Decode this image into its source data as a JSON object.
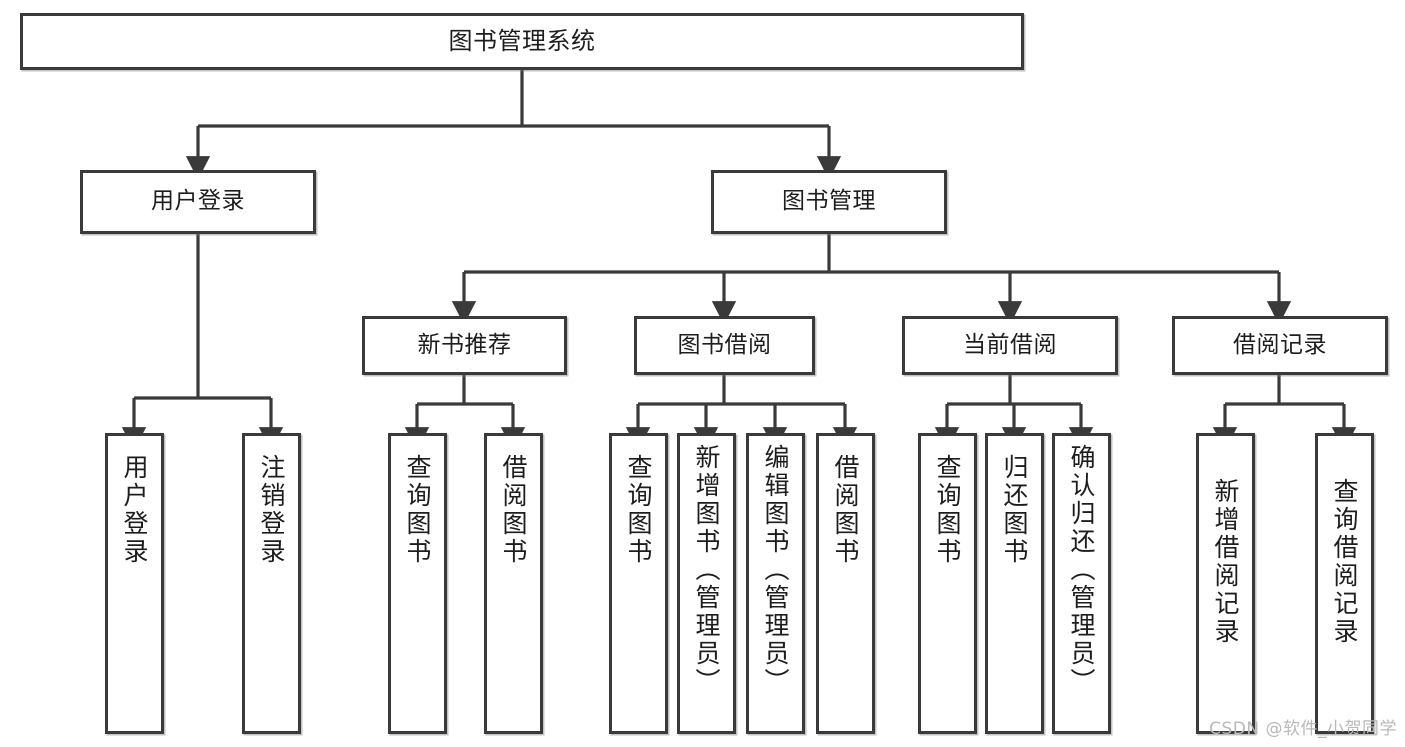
{
  "diagram": {
    "title": "图书管理系统",
    "type": "tree-hierarchy",
    "watermark": "CSDN @软件_小贺同学",
    "accent_color": "#3a3a3a",
    "background_color": "#ffffff",
    "root": {
      "id": "root",
      "label": "图书管理系统"
    },
    "level2": [
      {
        "id": "user-login",
        "label": "用户登录"
      },
      {
        "id": "book-manage",
        "label": "图书管理"
      }
    ],
    "level3": [
      {
        "id": "new-book-recommend",
        "label": "新书推荐"
      },
      {
        "id": "book-borrow",
        "label": "图书借阅"
      },
      {
        "id": "current-borrow",
        "label": "当前借阅"
      },
      {
        "id": "borrow-record",
        "label": "借阅记录"
      }
    ],
    "leaves": [
      {
        "id": "leaf-user-login",
        "label": "用户登录",
        "parent": "user-login"
      },
      {
        "id": "leaf-user-logout",
        "label": "注销登录",
        "parent": "user-login"
      },
      {
        "id": "leaf-query-book-1",
        "label": "查询图书",
        "parent": "new-book-recommend"
      },
      {
        "id": "leaf-borrow-book-1",
        "label": "借阅图书",
        "parent": "new-book-recommend"
      },
      {
        "id": "leaf-query-book-2",
        "label": "查询图书",
        "parent": "book-borrow"
      },
      {
        "id": "leaf-add-book",
        "label": "新增图书（管理员）",
        "parent": "book-borrow"
      },
      {
        "id": "leaf-edit-book",
        "label": "编辑图书（管理员）",
        "parent": "book-borrow"
      },
      {
        "id": "leaf-borrow-book-2",
        "label": "借阅图书",
        "parent": "book-borrow"
      },
      {
        "id": "leaf-query-book-3",
        "label": "查询图书",
        "parent": "current-borrow"
      },
      {
        "id": "leaf-return-book",
        "label": "归还图书",
        "parent": "current-borrow"
      },
      {
        "id": "leaf-confirm-return",
        "label": "确认归还（管理员）",
        "parent": "current-borrow"
      },
      {
        "id": "leaf-add-record",
        "label": "新增借阅记录",
        "parent": "borrow-record"
      },
      {
        "id": "leaf-query-record",
        "label": "查询借阅记录",
        "parent": "borrow-record"
      }
    ]
  }
}
